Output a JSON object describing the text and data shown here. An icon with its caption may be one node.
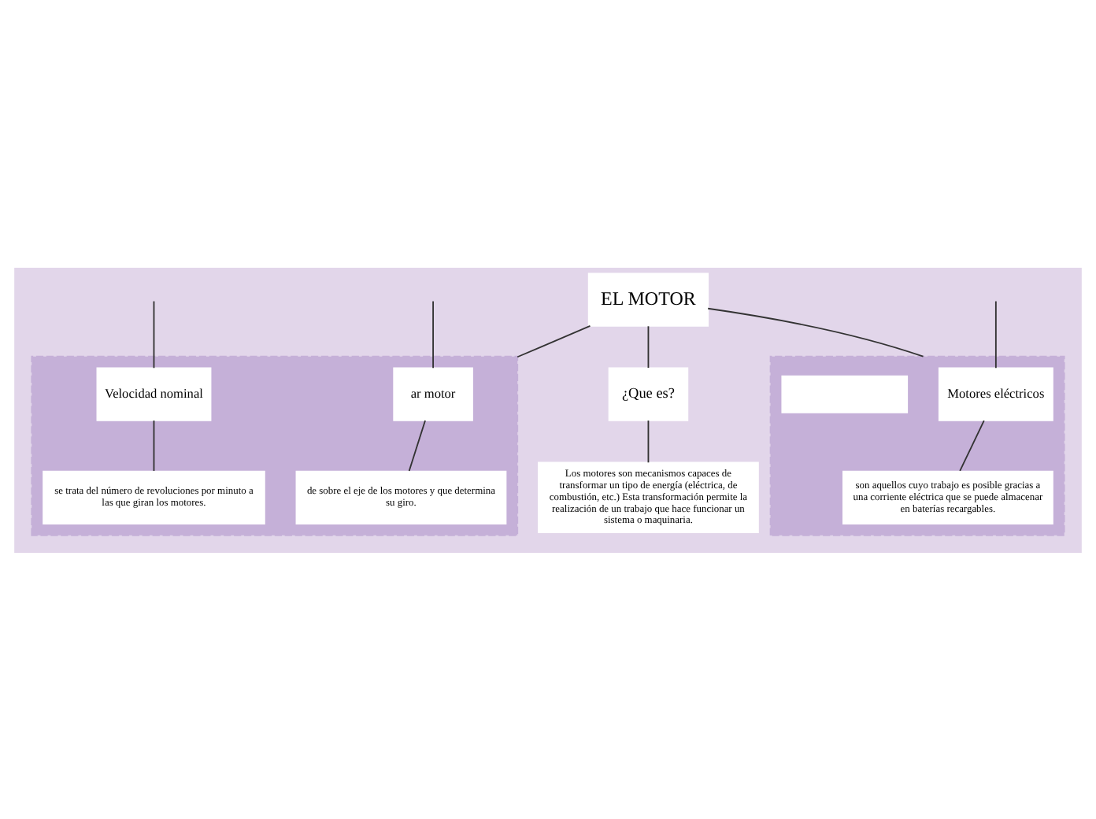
{
  "diagram": {
    "nodes": [
      {
        "text": [
          "EL MOTOR"
        ]
      },
      {
        "text": [
          "¿Que es?"
        ]
      },
      {
        "text": [
          "Los motores son mecanismos capaces de transformar un tipo de energía (eléctrica, de combustión, etc.) Esta transformación permite la realización de un trabajo que hace funcionar un sistema o maquinaria."
        ]
      },
      {
        "text": [],
        "shape": "box"
      },
      {
        "text": [
          "ar motor"
        ],
        "in": 3
      },
      {
        "text": [
          "de sobre el eje de los motores y que determina su giro."
        ],
        "in": 3
      },
      {
        "text": [
          "Velocidad nominal"
        ],
        "in": 3
      },
      {
        "text": [
          "se trata del número de revoluciones por minuto a las que giran los motores."
        ],
        "in": 3
      },
      {
        "text": [],
        "shape": "box"
      },
      {
        "text": [
          "Motores eléctricos"
        ],
        "in": 8
      },
      {
        "text": [
          "son aquellos cuyo trabajo es posible gracias a una corriente eléctrica que se puede almacenar en baterías recargables."
        ],
        "in": 8
      },
      {
        "text": [],
        "shape": "box",
        "in": 8
      }
    ],
    "edges": [
      {
        "from": 0,
        "to": 3,
        "arrow": "none"
      },
      {
        "from": 0,
        "to": 1,
        "arrow": "none"
      },
      {
        "from": 0,
        "to": 8,
        "arrow": "none"
      },
      {
        "from": 1,
        "to": 2,
        "arrow": "none"
      },
      {
        "from": null,
        "to": 4,
        "arrow": "none"
      },
      {
        "from": null,
        "to": 6,
        "arrow": "none"
      },
      {
        "from": 4,
        "to": 5,
        "arrow": "none"
      },
      {
        "from": 6,
        "to": 7,
        "arrow": "none"
      },
      {
        "from": null,
        "to": 9,
        "arrow": "none"
      },
      {
        "from": 9,
        "to": 10,
        "arrow": "none"
      }
    ]
  }
}
